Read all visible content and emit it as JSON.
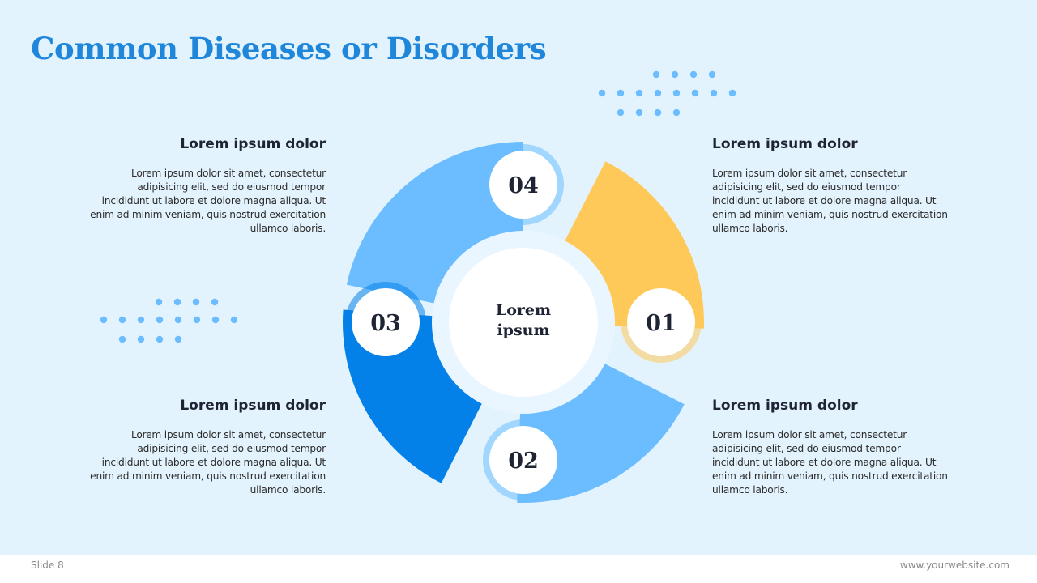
{
  "title": "Common Diseases or Disorders",
  "center_label": [
    "Lorem",
    "ipsum"
  ],
  "steps": [
    {
      "number": "01",
      "color": "#ffc95a"
    },
    {
      "number": "02",
      "color": "#6bbdff"
    },
    {
      "number": "03",
      "color": "#0481e8"
    },
    {
      "number": "04",
      "color": "#6bbdff"
    }
  ],
  "blocks": [
    {
      "position": "top-left",
      "heading": "Lorem ipsum dolor",
      "lines": [
        "Lorem ipsum dolor sit amet, consectetur",
        "adipisicing elit, sed do eiusmod tempor",
        "incididunt ut labore et dolore magna aliqua. Ut",
        "enim ad minim  veniam, quis nostrud exercitation",
        "ullamco laboris."
      ]
    },
    {
      "position": "top-right",
      "heading": "Lorem ipsum dolor",
      "lines": [
        "Lorem ipsum dolor sit amet, consectetur",
        "adipisicing elit, sed do eiusmod tempor",
        "incididunt ut labore et dolore magna aliqua. Ut",
        "enim ad minim  veniam, quis nostrud exercitation",
        "ullamco laboris."
      ]
    },
    {
      "position": "bottom-left",
      "heading": "Lorem ipsum dolor",
      "lines": [
        "Lorem ipsum dolor sit amet, consectetur",
        "adipisicing elit, sed do eiusmod tempor",
        "incididunt ut labore et dolore magna aliqua. Ut",
        "enim ad minim  veniam, quis nostrud exercitation",
        "ullamco laboris."
      ]
    },
    {
      "position": "bottom-right",
      "heading": "Lorem ipsum dolor",
      "lines": [
        "Lorem ipsum dolor sit amet, consectetur",
        "adipisicing elit, sed do eiusmod tempor",
        "incididunt ut labore et dolore magna aliqua. Ut",
        "enim ad minim  veniam, quis nostrud exercitation",
        "ullamco laboris."
      ]
    }
  ],
  "footer": {
    "slide_label": "Slide 8",
    "website": "www.yourwebsite.com"
  },
  "colors": {
    "background": "#e3f3fd",
    "title": "#1f86d9",
    "accent_dots": "#6bbdff",
    "heading": "#1e2433",
    "body_text": "#2b2b2b",
    "circle_fill": "#ffffff"
  }
}
